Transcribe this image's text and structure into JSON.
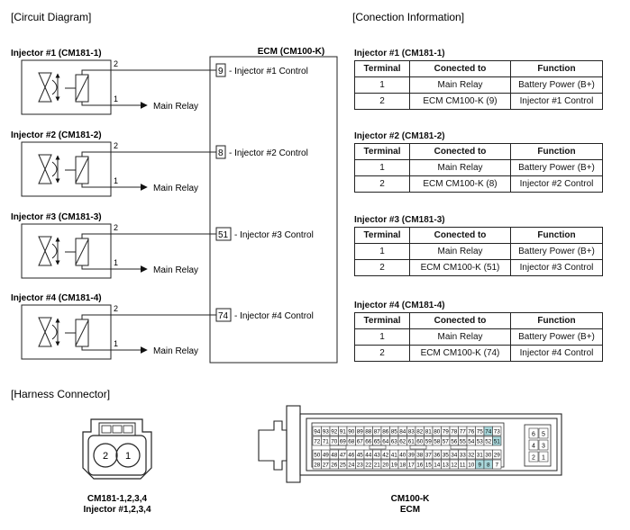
{
  "circuit": {
    "section_title": "[Circuit Diagram]",
    "ecm_title": "ECM (CM100-K)",
    "injectors": [
      {
        "title": "Injector #1 (CM181-1)",
        "pin_upper": "2",
        "pin_lower": "1",
        "relay_label": "Main Relay",
        "ecm_pin_box": "9",
        "ecm_pin_label": "- Injector #1 Control"
      },
      {
        "title": "Injector #2 (CM181-2)",
        "pin_upper": "2",
        "pin_lower": "1",
        "relay_label": "Main Relay",
        "ecm_pin_box": "8",
        "ecm_pin_label": "- Injector #2 Control"
      },
      {
        "title": "Injector #3 (CM181-3)",
        "pin_upper": "2",
        "pin_lower": "1",
        "relay_label": "Main Relay",
        "ecm_pin_box": "51",
        "ecm_pin_label": "- Injector #3 Control"
      },
      {
        "title": "Injector #4 (CM181-4)",
        "pin_upper": "2",
        "pin_lower": "1",
        "relay_label": "Main Relay",
        "ecm_pin_box": "74",
        "ecm_pin_label": "- Injector #4 Control"
      }
    ]
  },
  "connection": {
    "section_title": "[Conection Information]",
    "headers": [
      "Terminal",
      "Conected to",
      "Function"
    ],
    "tables": [
      {
        "title": "Injector #1 (CM181-1)",
        "rows": [
          [
            "1",
            "Main Relay",
            "Battery Power (B+)"
          ],
          [
            "2",
            "ECM CM100-K (9)",
            "Injector #1 Control"
          ]
        ]
      },
      {
        "title": "Injector #2 (CM181-2)",
        "rows": [
          [
            "1",
            "Main Relay",
            "Battery Power (B+)"
          ],
          [
            "2",
            "ECM CM100-K (8)",
            "Injector #2 Control"
          ]
        ]
      },
      {
        "title": "Injector #3 (CM181-3)",
        "rows": [
          [
            "1",
            "Main Relay",
            "Battery Power (B+)"
          ],
          [
            "2",
            "ECM CM100-K (51)",
            "Injector #3 Control"
          ]
        ]
      },
      {
        "title": "Injector #4 (CM181-4)",
        "rows": [
          [
            "1",
            "Main Relay",
            "Battery Power (B+)"
          ],
          [
            "2",
            "ECM CM100-K (74)",
            "Injector #4 Control"
          ]
        ]
      }
    ]
  },
  "harness": {
    "section_title": "[Harness Connector]",
    "injector_connector": {
      "pins": [
        "2",
        "1"
      ],
      "caption_line1": "CM181-1,2,3,4",
      "caption_line2": "Injector #1,2,3,4"
    },
    "ecm_connector": {
      "caption_line1": "CM100-K",
      "caption_line2": "ECM",
      "rows": [
        [
          "94",
          "93",
          "92",
          "91",
          "90",
          "89",
          "88",
          "87",
          "86",
          "85",
          "84",
          "83",
          "82",
          "81",
          "80",
          "79",
          "78",
          "77",
          "76",
          "75",
          "74",
          "73"
        ],
        [
          "72",
          "71",
          "70",
          "69",
          "68",
          "67",
          "66",
          "65",
          "64",
          "63",
          "62",
          "61",
          "60",
          "59",
          "58",
          "57",
          "56",
          "55",
          "54",
          "53",
          "52",
          "51"
        ],
        [
          "50",
          "49",
          "48",
          "47",
          "46",
          "45",
          "44",
          "43",
          "42",
          "41",
          "40",
          "39",
          "38",
          "37",
          "36",
          "35",
          "34",
          "33",
          "32",
          "31",
          "30",
          "29"
        ],
        [
          "28",
          "27",
          "26",
          "25",
          "24",
          "23",
          "22",
          "21",
          "20",
          "19",
          "18",
          "17",
          "16",
          "15",
          "14",
          "13",
          "12",
          "11",
          "10",
          "9",
          "8",
          "7"
        ]
      ],
      "side_pins": [
        [
          "6",
          "5"
        ],
        [
          "4",
          "3"
        ],
        [
          "2",
          "1"
        ]
      ],
      "highlighted_pins": [
        "74",
        "51",
        "9",
        "8"
      ],
      "highlight_color": "#a9d8dc"
    }
  }
}
